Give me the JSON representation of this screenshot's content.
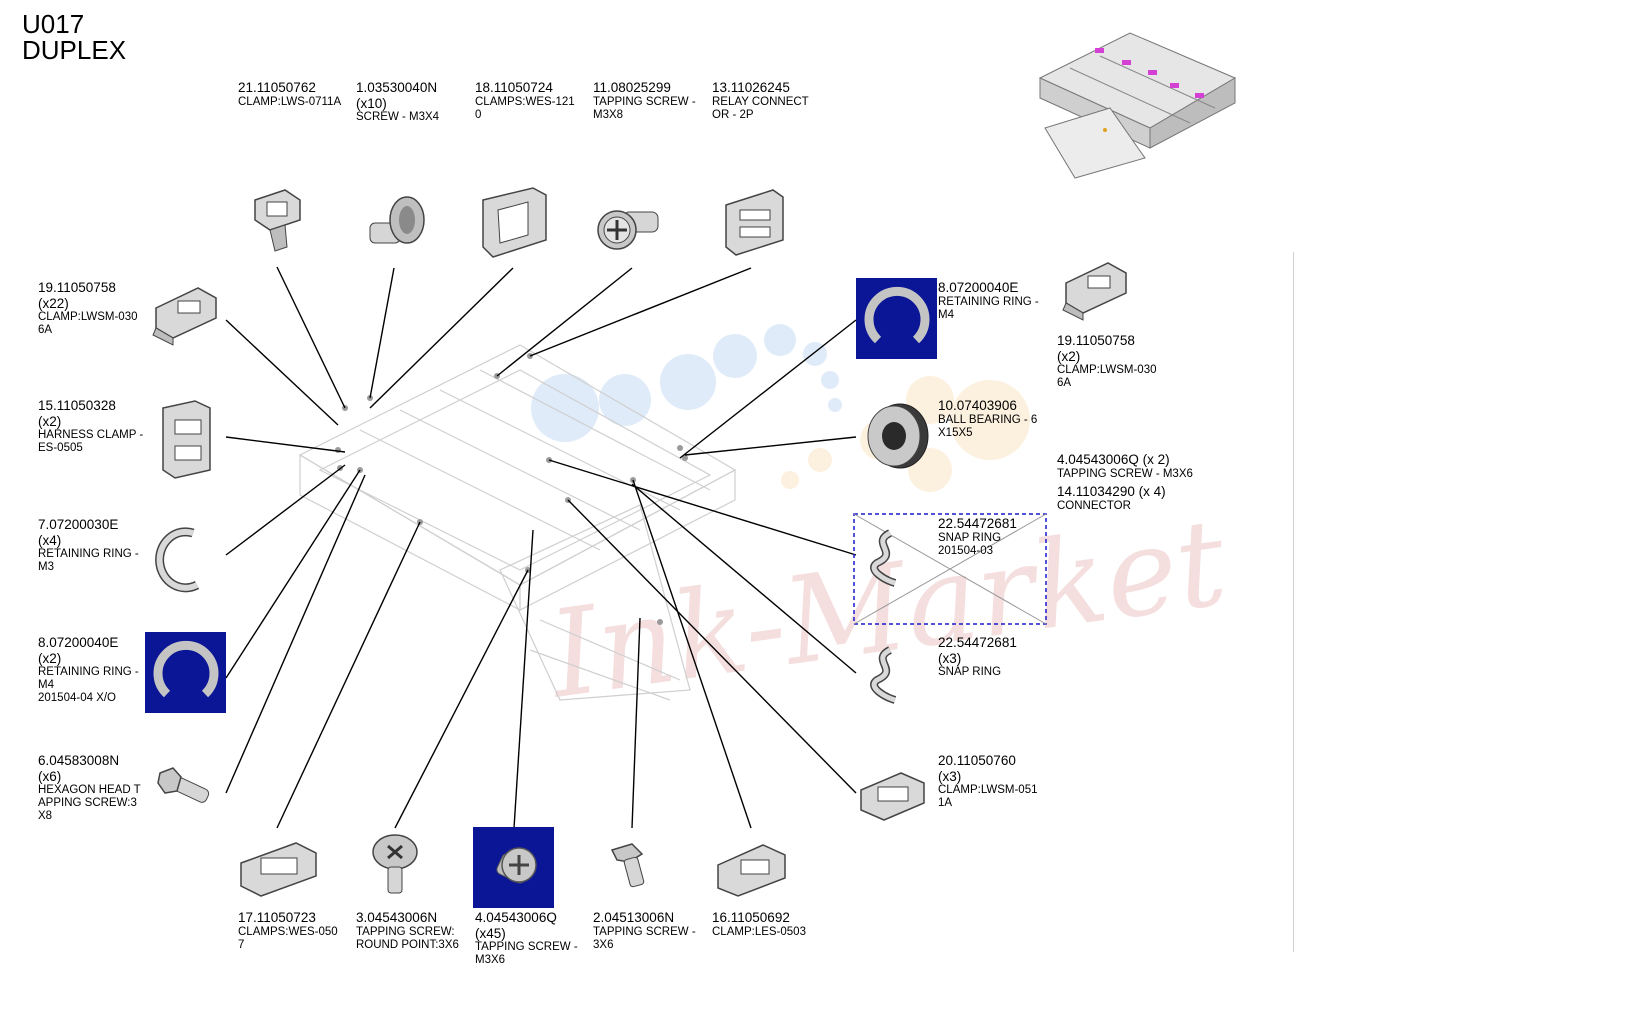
{
  "header": {
    "code": "U017",
    "name": "DUPLEX"
  },
  "watermark": "Ink-Market",
  "parts": {
    "p21": {
      "num": "21.11050762",
      "desc": "CLAMP:LWS-0711A"
    },
    "p1": {
      "num": "1.03530040N",
      "qty": "(x10)",
      "desc": "SCREW - M3X4"
    },
    "p18": {
      "num": "18.11050724",
      "desc": "CLAMPS:WES-121\n0"
    },
    "p11": {
      "num": "11.08025299",
      "desc": "TAPPING SCREW -\n M3X8"
    },
    "p13": {
      "num": "13.11026245",
      "desc": "RELAY CONNECT\nOR - 2P"
    },
    "p19a": {
      "num": "19.11050758",
      "qty": "(x22)",
      "desc": "CLAMP:LWSM-030\n6A"
    },
    "p15": {
      "num": "15.11050328",
      "qty": "(x2)",
      "desc": "HARNESS CLAMP -\n ES-0505"
    },
    "p7": {
      "num": "7.07200030E",
      "qty": "(x4)",
      "desc": "RETAINING RING -\nM3"
    },
    "p8a": {
      "num": "8.07200040E",
      "qty": "(x2)",
      "desc": "RETAINING RING -\nM4\n201504-04 X/O"
    },
    "p6": {
      "num": "6.04583008N",
      "qty": "(x6)",
      "desc": "HEXAGON HEAD T\nAPPING SCREW:3\nX8"
    },
    "p17": {
      "num": "17.11050723",
      "desc": "CLAMPS:WES-050\n7"
    },
    "p3": {
      "num": "3.04543006N",
      "desc": "TAPPING SCREW:\nROUND POINT:3X6"
    },
    "p4": {
      "num": "4.04543006Q",
      "qty": "(x45)",
      "desc": "TAPPING SCREW -\n M3X6"
    },
    "p2": {
      "num": "2.04513006N",
      "desc": "TAPPING SCREW -\n 3X6"
    },
    "p16": {
      "num": "16.11050692",
      "desc": "CLAMP:LES-0503"
    },
    "p8b": {
      "num": "8.07200040E",
      "desc": "RETAINING RING -\nM4"
    },
    "p10": {
      "num": "10.07403906",
      "desc": "BALL BEARING - 6\nX15X5"
    },
    "p22a": {
      "num": "22.54472681",
      "desc": "SNAP RING\n201504-03"
    },
    "p22b": {
      "num": "22.54472681",
      "qty": "(x3)",
      "desc": "SNAP RING"
    },
    "p20": {
      "num": "20.11050760",
      "qty": "(x3)",
      "desc": "CLAMP:LWSM-051\n1A"
    },
    "p19b": {
      "num": "19.11050758",
      "qty": "(x2)",
      "desc": "CLAMP:LWSM-030\n6A"
    }
  },
  "notes": {
    "n4": "4.04543006Q (x 2)",
    "n4desc": "TAPPING SCREW - M3X6",
    "n14": "14.11034290 (x 4)",
    "n14desc": "CONNECTOR"
  },
  "colors": {
    "highlight": "#0b1696",
    "dashed_box": "#1a1acc",
    "leader": "#000000"
  }
}
